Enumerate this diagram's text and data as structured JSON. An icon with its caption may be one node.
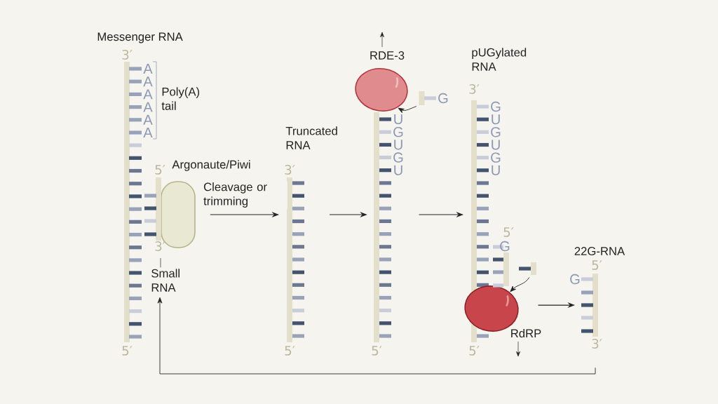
{
  "diagram": {
    "nodes": [
      {
        "text": [
          "3′",
          "5′"
        ],
        "beside": [
          "A",
          "A",
          "A",
          "A",
          "A",
          "A"
        ]
      },
      {
        "text": [
          "Argonaute/Piwi"
        ]
      },
      {
        "text": [
          "Small RNA"
        ]
      },
      {
        "text": [
          "5′",
          "3′"
        ]
      },
      {
        "text": [
          "Truncated RNA",
          "3′",
          "5′"
        ]
      },
      {
        "text": [
          "RDE-3"
        ]
      },
      {
        "text": [
          "5′"
        ],
        "beside": [
          "U",
          "G",
          "U",
          "G",
          "U"
        ]
      },
      {
        "text": [
          "3′",
          "G",
          "U",
          "G",
          "U",
          "G",
          "U",
          "5′"
        ]
      },
      {
        "text": [
          "RdRP"
        ]
      },
      {
        "text": [
          "22G-RNA",
          "5′",
          "G",
          "3′"
        ]
      },
      {
        "text": [
          "G"
        ]
      },
      {
        "text": [],
        "shape": "bar"
      }
    ],
    "edges": [
      {
        "from": 1,
        "to": 4,
        "arrow": "to",
        "label": "Cleavage or trimming"
      },
      {
        "from": 4,
        "to": 6,
        "arrow": "to"
      },
      {
        "from": 6,
        "to": 7,
        "arrow": "to"
      },
      {
        "from": 8,
        "to": 9,
        "arrow": "to"
      },
      {
        "from": 9,
        "to": 2,
        "arrow": "to"
      },
      {
        "from": 2,
        "to": 3,
        "arrow": "none"
      },
      {
        "from": 10,
        "to": 5,
        "arrow": "to"
      },
      {
        "from": 11,
        "to": 8,
        "arrow": "to"
      }
    ],
    "labels": [
      "Messenger RNA",
      "Poly(A) tail",
      "pUGylated RNA",
      "5′",
      "G"
    ]
  }
}
